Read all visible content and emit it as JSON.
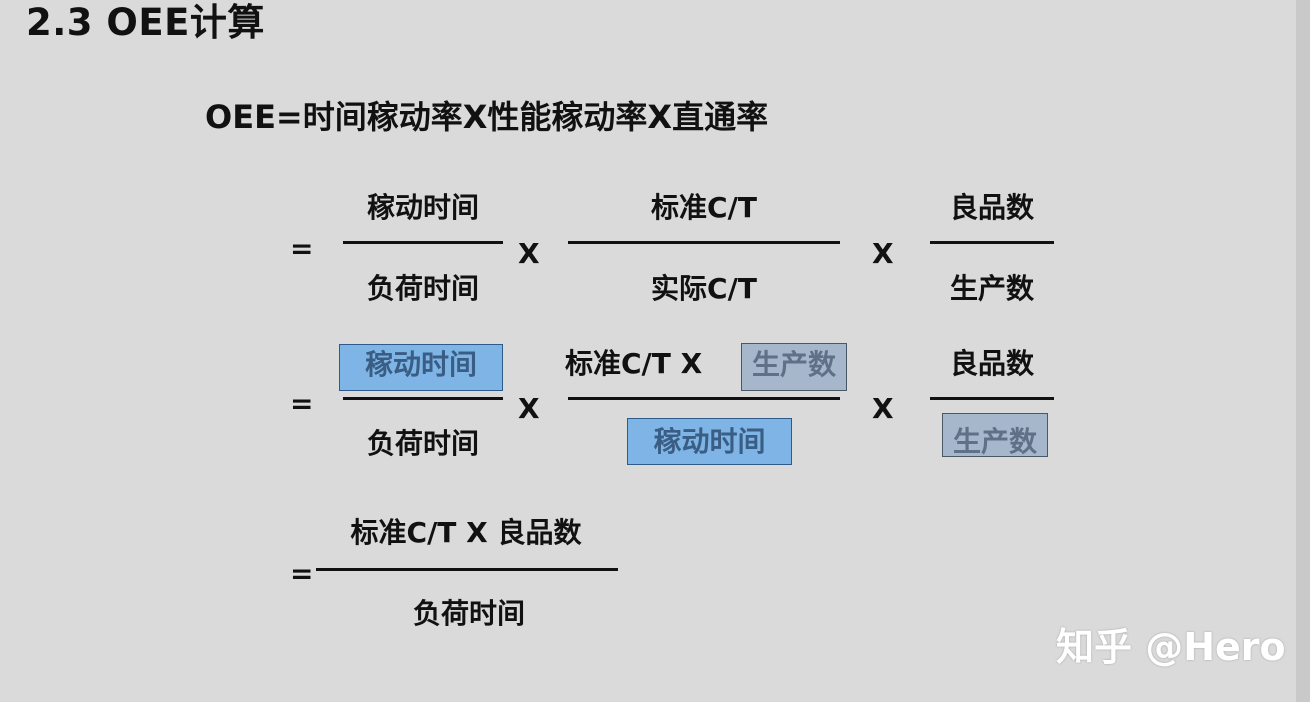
{
  "title": "2.3  OEE计算",
  "formula": "OEE=时间稼动率X性能稼动率X直通率",
  "row1": {
    "equals": "=",
    "term1": {
      "numerator": "稼动时间",
      "denominator": "负荷时间"
    },
    "times1": "X",
    "term2": {
      "numerator": "标准C/T",
      "denominator": "实际C/T"
    },
    "times2": "X",
    "term3": {
      "numerator": "良品数",
      "denominator": "生产数"
    }
  },
  "row2": {
    "equals": "=",
    "term1": {
      "numerator": "稼动时间",
      "denominator": "负荷时间"
    },
    "times1": "X",
    "term2": {
      "numerator_prefix": "标准C/T X",
      "numerator_highlight": "生产数",
      "denominator": "稼动时间"
    },
    "times2": "X",
    "term3": {
      "numerator": "良品数",
      "denominator": "生产数"
    }
  },
  "row3": {
    "equals": "=",
    "numerator": "标准C/T X 良品数",
    "denominator": "负荷时间"
  },
  "watermark": "知乎 @Hero",
  "colors": {
    "background": "#dadada",
    "highlight_blue": "#7fb5e6",
    "highlight_gray": "#a6b7cc"
  }
}
